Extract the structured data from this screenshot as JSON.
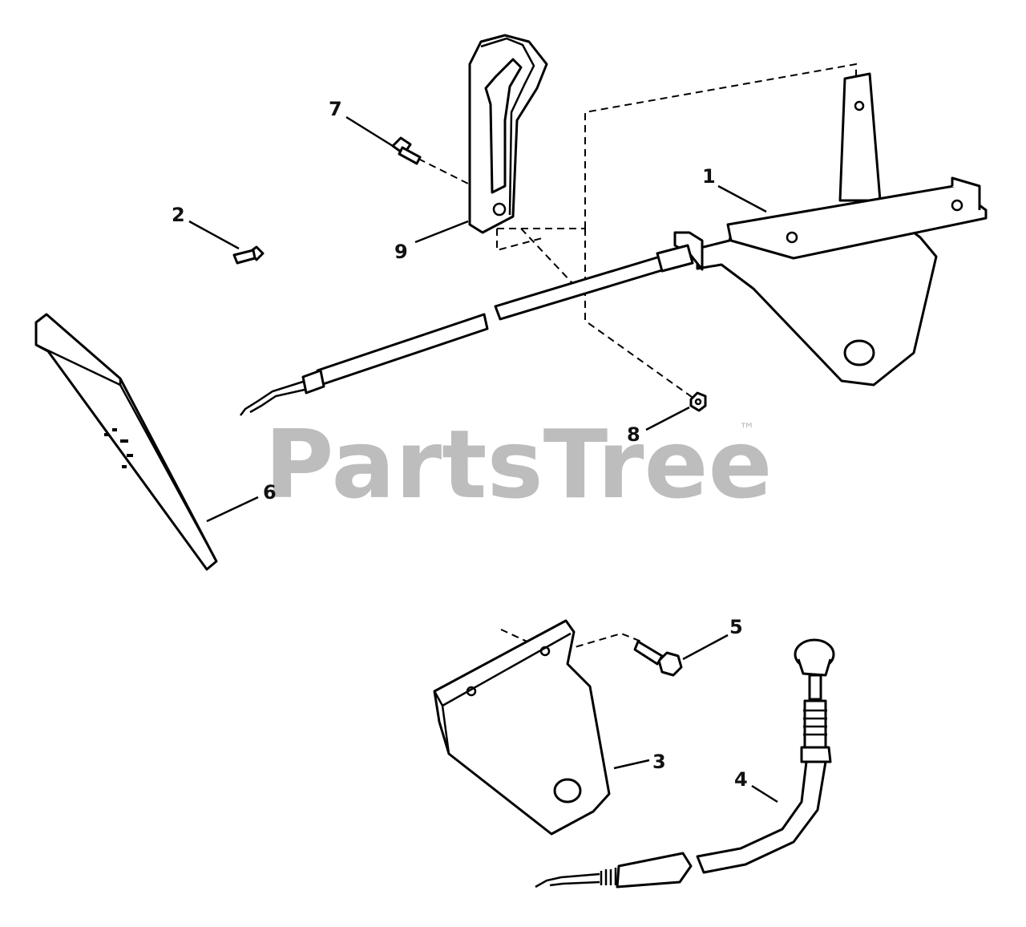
{
  "watermark": {
    "text": "PartsTree",
    "trademark": "™"
  },
  "callouts": {
    "c1": "1",
    "c2": "2",
    "c3": "3",
    "c4": "4",
    "c5": "5",
    "c6": "6",
    "c7": "7",
    "c8": "8",
    "c9": "9"
  },
  "colors": {
    "line": "#000000",
    "watermark": "#bdbdbd",
    "background": "#ffffff"
  }
}
